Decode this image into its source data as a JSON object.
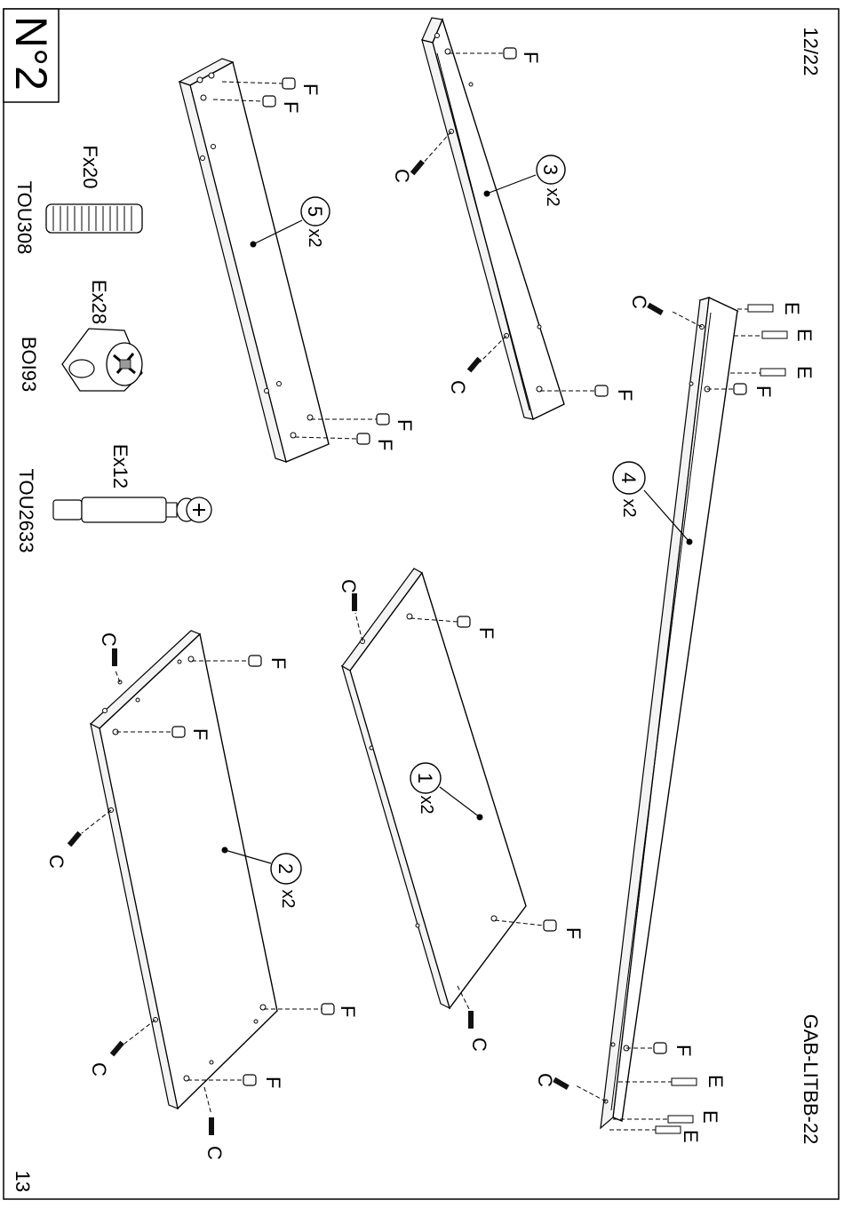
{
  "page": {
    "step_number": "N°2",
    "page_counter": "12/22",
    "model_code": "GAB-LITBB-22",
    "page_number": "13"
  },
  "hardware": [
    {
      "code": "TOU308",
      "qty": "Fx20"
    },
    {
      "code": "BOI93",
      "qty": "Ex28"
    },
    {
      "code": "TOU2633",
      "qty": "Ex12"
    }
  ],
  "parts": [
    {
      "number": "1",
      "qty": "x2"
    },
    {
      "number": "2",
      "qty": "x2"
    },
    {
      "number": "3",
      "qty": "x2"
    },
    {
      "number": "4",
      "qty": "x2"
    },
    {
      "number": "5",
      "qty": "x2"
    }
  ],
  "letters": {
    "C": "C",
    "E": "E",
    "F": "F"
  }
}
